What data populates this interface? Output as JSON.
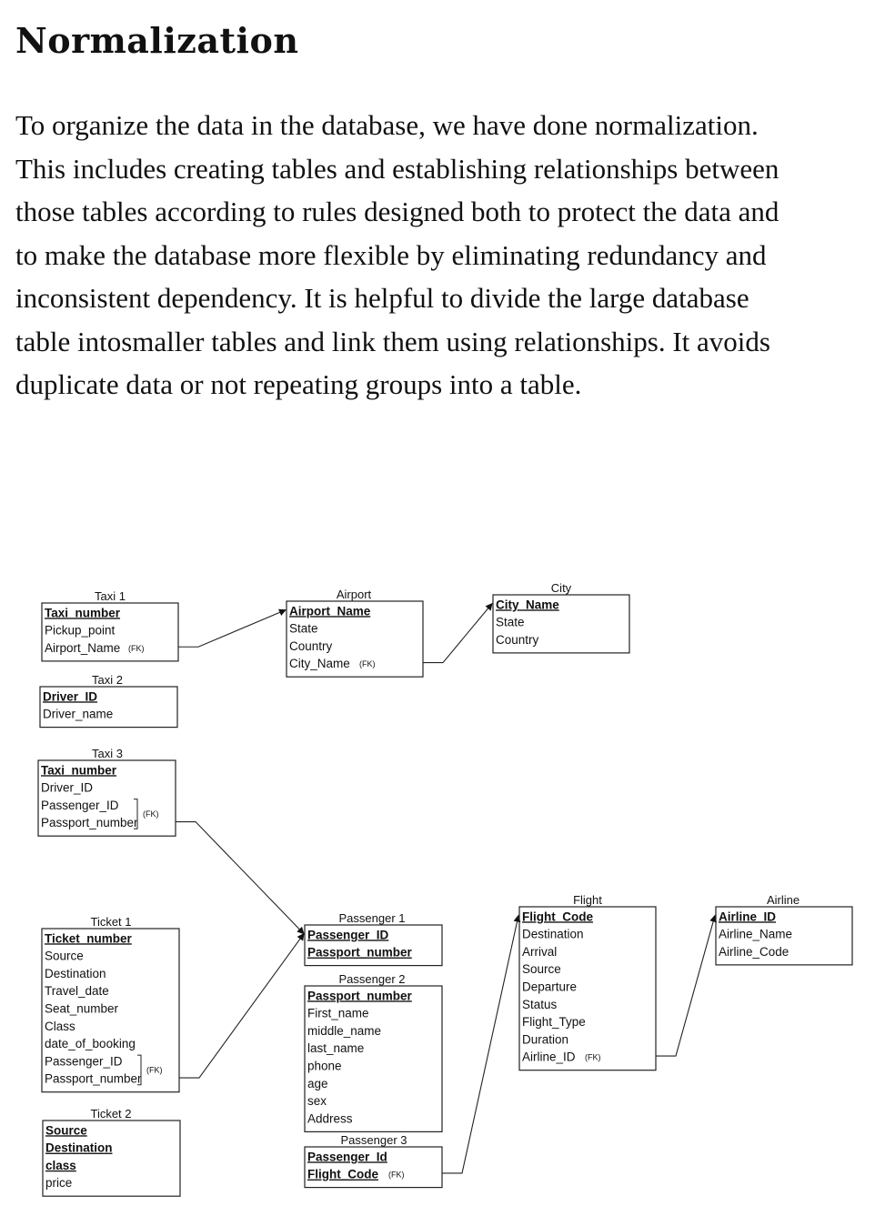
{
  "title": "Normalization",
  "intro_lines": [
    "To organize the data in the database, we have done normalization.",
    "This includes creating tables and establishing relationships between",
    "those tables according to rules designed both to protect the data and",
    "to make the database more flexible by eliminating redundancy and",
    "inconsistent dependency. It is helpful to divide the large database",
    "table intosmaller tables and link them using relationships. It avoids",
    "duplicate data or not repeating groups into a table."
  ],
  "fk_label": "(FK)",
  "tables": [
    {
      "id": "taxi1",
      "name": "Taxi 1",
      "fields": [
        {
          "text": "Taxi_number",
          "key": true
        },
        {
          "text": "Pickup_point"
        },
        {
          "text": "Airport_Name",
          "fk": true
        }
      ]
    },
    {
      "id": "taxi2",
      "name": "Taxi 2",
      "fields": [
        {
          "text": "Driver_ID",
          "key": true
        },
        {
          "text": "Driver_name"
        }
      ]
    },
    {
      "id": "taxi3",
      "name": "Taxi 3",
      "fields": [
        {
          "text": "Taxi_number",
          "key": true
        },
        {
          "text": "Driver_ID"
        },
        {
          "text": "Passenger_ID"
        },
        {
          "text": "Passport_number"
        }
      ]
    },
    {
      "id": "ticket1",
      "name": "Ticket 1",
      "fields": [
        {
          "text": "Ticket_number",
          "key": true
        },
        {
          "text": "Source"
        },
        {
          "text": "Destination"
        },
        {
          "text": "Travel_date"
        },
        {
          "text": "Seat_number"
        },
        {
          "text": "Class"
        },
        {
          "text": "date_of_booking"
        },
        {
          "text": "Passenger_ID"
        },
        {
          "text": "Passport_number"
        }
      ]
    },
    {
      "id": "ticket2",
      "name": "Ticket 2",
      "fields": [
        {
          "text": "Source",
          "key": true
        },
        {
          "text": "Destination",
          "key": true
        },
        {
          "text": "class",
          "key": true
        },
        {
          "text": "price"
        }
      ]
    },
    {
      "id": "airport",
      "name": "Airport",
      "fields": [
        {
          "text": "Airport_Name",
          "key": true
        },
        {
          "text": "State"
        },
        {
          "text": "Country"
        },
        {
          "text": "City_Name",
          "fk": true
        }
      ]
    },
    {
      "id": "city",
      "name": "City",
      "fields": [
        {
          "text": "City_Name",
          "key": true
        },
        {
          "text": "State"
        },
        {
          "text": "Country"
        }
      ]
    },
    {
      "id": "passenger1",
      "name": "Passenger 1",
      "fields": [
        {
          "text": "Passenger_ID",
          "key": true
        },
        {
          "text": "Passport_number",
          "key": true
        }
      ]
    },
    {
      "id": "passenger2",
      "name": "Passenger 2",
      "fields": [
        {
          "text": "Passport_number",
          "key": true
        },
        {
          "text": "First_name"
        },
        {
          "text": "middle_name"
        },
        {
          "text": "last_name"
        },
        {
          "text": "phone"
        },
        {
          "text": "age"
        },
        {
          "text": "sex"
        },
        {
          "text": "Address"
        }
      ]
    },
    {
      "id": "passenger3",
      "name": "Passenger 3",
      "fields": [
        {
          "text": "Passenger_Id",
          "key": true
        },
        {
          "text": "Flight_Code",
          "key": true,
          "fk": true
        }
      ]
    },
    {
      "id": "flight",
      "name": "Flight",
      "fields": [
        {
          "text": "Flight_Code",
          "key": true
        },
        {
          "text": "Destination"
        },
        {
          "text": "Arrival"
        },
        {
          "text": "Source"
        },
        {
          "text": "Departure"
        },
        {
          "text": "Status"
        },
        {
          "text": "Flight_Type"
        },
        {
          "text": "Duration"
        },
        {
          "text": "Airline_ID",
          "fk": true
        }
      ]
    },
    {
      "id": "airline",
      "name": "Airline",
      "fields": [
        {
          "text": "Airline_ID",
          "key": true
        },
        {
          "text": "Airline_Name"
        },
        {
          "text": "Airline_Code"
        }
      ]
    }
  ],
  "brackets": [
    {
      "table": "taxi3",
      "from": "Passenger_ID",
      "to": "Passport_number"
    },
    {
      "table": "ticket1",
      "from": "Passenger_ID",
      "to": "Passport_number"
    }
  ],
  "relationships": [
    {
      "from": "taxi1",
      "field": "Airport_Name",
      "to": "airport"
    },
    {
      "from": "airport",
      "field": "City_Name",
      "to": "city"
    },
    {
      "from": "taxi3",
      "field": "Passport_number",
      "to": "passenger1"
    },
    {
      "from": "ticket1",
      "field": "Passport_number",
      "to": "passenger1"
    },
    {
      "from": "passenger3",
      "field": "Flight_Code",
      "to": "flight"
    },
    {
      "from": "flight",
      "field": "Airline_ID",
      "to": "airline"
    }
  ]
}
